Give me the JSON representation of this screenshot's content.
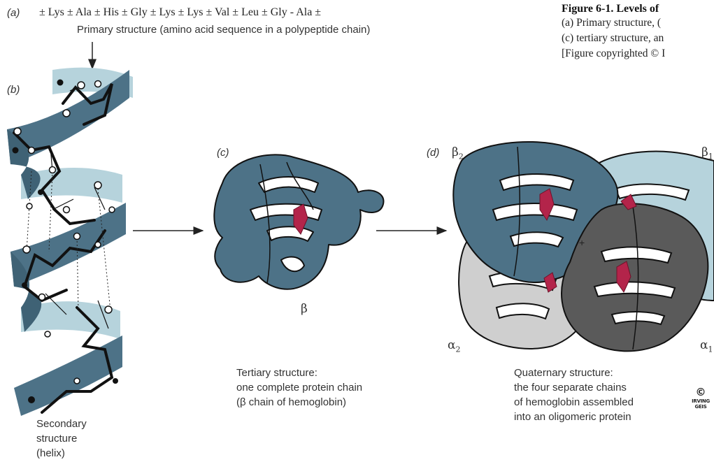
{
  "panel_a": {
    "label": "(a)",
    "sequence": "± Lys ± Ala ± His ± Gly ± Lys ± Lys ± Val ± Leu ± Gly - Ala ±",
    "caption": "Primary structure (amino acid sequence in a polypeptide chain)"
  },
  "panel_b": {
    "label": "(b)",
    "caption_line1": "Secondary",
    "caption_line2": "structure",
    "caption_line3": "(helix)"
  },
  "panel_c": {
    "label": "(c)",
    "chain_label": "β",
    "caption_line1": "Tertiary structure:",
    "caption_line2": "one complete protein chain",
    "caption_line3": "(β chain of hemoglobin)"
  },
  "panel_d": {
    "label": "(d)",
    "beta2": "β",
    "beta2_sub": "2",
    "beta1": "β",
    "beta1_sub": "1",
    "alpha2": "α",
    "alpha2_sub": "2",
    "alpha1": "α",
    "alpha1_sub": "1",
    "caption_line1": "Quaternary structure:",
    "caption_line2": "the four separate chains",
    "caption_line3": "of hemoglobin assembled",
    "caption_line4": "into an oligomeric protein"
  },
  "figure_caption": {
    "title": "Figure 6-1.   Levels of",
    "line1": "(a) Primary structure, (",
    "line2": "(c) tertiary structure, an",
    "line3": "[Figure copyrighted © I"
  },
  "signature": {
    "copyright": "©",
    "name": "IRVING GEIS"
  },
  "colors": {
    "steel_blue": "#4d7287",
    "light_blue": "#b6d3dc",
    "dark_gray": "#5a5a5a",
    "light_gray": "#cfcfcf",
    "heme_red": "#b3244a"
  }
}
